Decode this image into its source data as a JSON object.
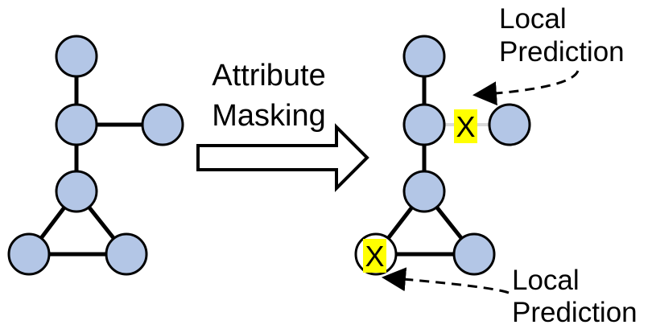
{
  "colors": {
    "node_fill": "#b3c6e6",
    "node_stroke": "#000000",
    "edge": "#000000",
    "masked_edge": "#d9d9d9",
    "masked_node_fill": "#ffffff",
    "mask_highlight": "#ffff00",
    "text": "#000000"
  },
  "transform_label": {
    "line1": "Attribute",
    "line2": "Masking"
  },
  "mask_symbol": "X",
  "annotations": {
    "top": {
      "line1": "Local",
      "line2": "Prediction"
    },
    "bottom": {
      "line1": "Local",
      "line2": "Prediction"
    }
  },
  "left_graph": {
    "nodes": [
      "top",
      "mid",
      "side",
      "center",
      "bottom-left",
      "bottom-right"
    ],
    "edges": [
      [
        "top",
        "mid"
      ],
      [
        "mid",
        "side"
      ],
      [
        "mid",
        "center"
      ],
      [
        "center",
        "bottom-left"
      ],
      [
        "center",
        "bottom-right"
      ],
      [
        "bottom-left",
        "bottom-right"
      ]
    ]
  },
  "right_graph": {
    "nodes": [
      "top",
      "mid",
      "side",
      "center",
      "bottom-left",
      "bottom-right"
    ],
    "masked_node": "bottom-left",
    "masked_edge": [
      "mid",
      "side"
    ],
    "edges": [
      [
        "top",
        "mid"
      ],
      [
        "mid",
        "center"
      ],
      [
        "center",
        "bottom-left"
      ],
      [
        "center",
        "bottom-right"
      ],
      [
        "bottom-left",
        "bottom-right"
      ]
    ]
  }
}
